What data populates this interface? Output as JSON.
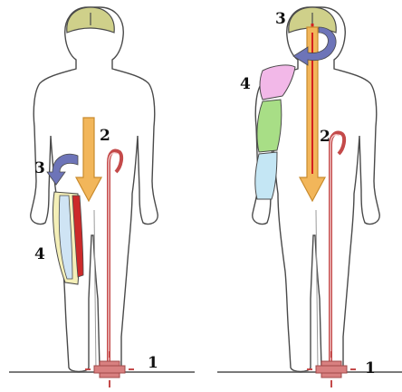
{
  "figures": [
    {
      "name": "left-figure",
      "labels": {
        "ground": "1",
        "ascending": "2",
        "reflex": "3",
        "muscle": "4"
      }
    },
    {
      "name": "right-figure",
      "labels": {
        "ground": "1",
        "ascending": "2",
        "reflex": "3",
        "muscle": "4"
      }
    }
  ],
  "colors": {
    "outline": "#4a4a4a",
    "brain": "#cfd08a",
    "descending_arrow": "#f2b65a",
    "descending_arrow_edge": "#c98b2d",
    "ascending_path": "#c44a4a",
    "reflex_arrow": "#6d74b8",
    "ground_burst": "#d88080",
    "muscle_leg": "#f4efb8",
    "muscle_leg_blue": "#cfe4f4",
    "muscle_leg_red": "#cc2a2a",
    "muscle_arm_pink": "#f2b8e8",
    "muscle_arm_green": "#a8de86",
    "muscle_arm_blue": "#c4e6f4",
    "spine_red": "#d42020"
  }
}
